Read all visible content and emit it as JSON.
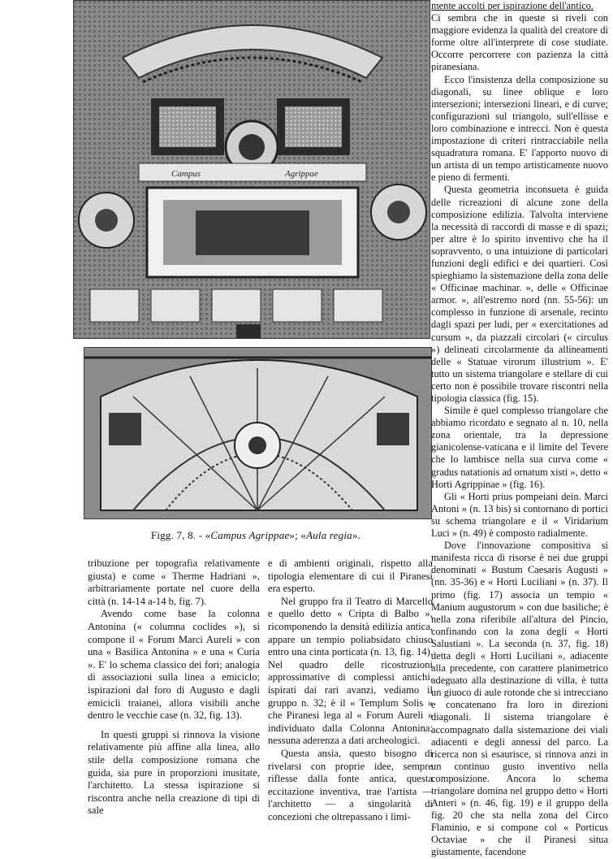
{
  "caption": {
    "label": "Figg. 7, 8. - «",
    "title1": "Campus Agrippae",
    "mid": "»; «",
    "title2": "Aula regia",
    "end": "»."
  },
  "plate_top_labels": [
    "Campus",
    "Agrippae"
  ],
  "right_column": [
    "mente accolti per ispirazione dell'antico.",
    "Ci sembra che in queste si riveli con maggiore evidenza la qualità del creatore di forme oltre all'interprete di cose studiate. Occorre percorrere con pazienza la città piranesiana.",
    "Ecco l'insistenza della composizione su diagonali, su linee oblique e loro intersezioni; intersezioni lineari, e di curve; configurazioni sul triangolo, sull'ellisse e loro combinazione e intrecci. Non è questa impostazione di criteri rintracciabile nella squadratura romana. E' l'apporto nuovo di un artista di un tempo artisticamente nuovo e pieno di fermenti.",
    "Questa geometria inconsueta è guida delle ricreazioni di alcune zone della composizione edilizia. Talvolta interviene la necessità di raccordi di masse e di spazi; per altre è lo spirito inventivo che ha il sopravvento, o una intuizione di particolari funzioni degli edifici e dei quartieri. Così spieghiamo la sistemazione della zona delle « Officinae machinar. », delle « Officinae armor. », all'estremo nord (nn. 55-56): un complesso in funzione di arsenale, recinto dagli spazi per ludi, per « exercitationes ad cursum », da piazzali circolari (« circulus ») delineati circolarmente da allineamenti delle « Statuae virorum illustrium ». E' tutto un sistema triangolare e stellare di cui certo non è possibile trovare riscontri nella tipologia classica (fig. 15).",
    "Simile è quel complesso triangolare che abbiamo ricordato e segnato al n. 10, nella zona orientale, tra la depressione gianicolense-vaticana e il limite del Tevere che lo lambisce nella sua curva come « gradus natationis ad ornatum xisti », detto « Horti Agrippinae » (fig. 16).",
    "Gli « Horti prius pompeiani dein. Marci Antoni » (n. 13 bis) si contornano di portici su schema triangolare e il « Viridarium Luci » (n. 49) è composto radialmente.",
    "Dove l'innovazione compositiva si manifesta ricca di risorse è nei due gruppi denominati « Bustum Caesaris Augusti » (nn. 35-36) e « Horti Luciliani » (n. 37). Il primo (fig. 17) associa un tempio « Manium augustorum » con due basiliche; è nella zona riferibile all'altura del Pincio, confinando con la zona degli « Horti Salustiani ». La seconda (n. 37, fig. 18) detta degli « Horti Luciliani », adiacente alla precedente, con carattere planimetrico adeguato alla destinazione di villa, è tutta un giuoco di aule rotonde che si intrecciano e concatenano fra loro in direzioni diagonali. Il sistema triangolare è accompagnato dalla sistemazione dei viali adiacenti e degli annessi del parco. La ricerca non si esaurisce, si rinnova anzi in un continuo gusto inventivo nella composizione. Ancora lo schema triangolare domina nel gruppo detto « Horti Anteri » (n. 46, fig. 19) e il gruppo della fig. 20 che sta nella zona del Circo Flaminio, e si compone col « Porticus Octaviae » che il Piranesi situa giustamente, facendone"
  ],
  "left_column": [
    "tribuzione per topografia relativamente giusta) e come « Therme Hadriani », arbitrariamente portate nel cuore della città (n. 14-14 a-14 b, fig. 7).",
    "Avendo come base la colonna Antonina (« columna coclides »), si compone il « Forum Marci Aureli » con una « Basilica Antonina » e una « Curia ». E' lo schema classico dei fori; analogia di associazioni sulla linea a emiciclo; ispirazioni dal foro di Augusto e dagli emicicli traianei, allora visibili anche dentro le vecchie case (n. 32, fig. 13).",
    "In questi gruppi si rinnova la visione relativamente più affine alla linea, allo stile della composizione romana che guida, sia pure in proporzioni inusitate, l'architetto. La stessa ispirazione si riscontra anche nella creazione di tipi di sale"
  ],
  "middle_column": [
    "e di ambienti originali, rispetto alla tipologia elementare di cui il Piranesi era esperto.",
    "Nel gruppo fra il Teatro di Marcello e quello detto « Cripta di Balbo », ricomponendo la densità edilizia antica, appare un tempio poliabsidato chiuso entro una cinta porticata (n. 13, fig. 14). Nel quadro delle ricostruzioni approssimative di complessi antichi, ispirati dai rari avanzi, vediamo il gruppo n. 32; è il « Templum Solis » che Piranesi lega al « Forum Aureli » individuato dalla Colonna Antonina: nessuna aderenza a dati archeologici.",
    "Questa ansia, questo bisogno di rivelarsi con proprie idee, sempre riflesse dalla fonte antica, questa eccitazione inventiva, trae l'artista — l'architetto — a singolarità di concezioni che oltrepassano i limi-"
  ]
}
